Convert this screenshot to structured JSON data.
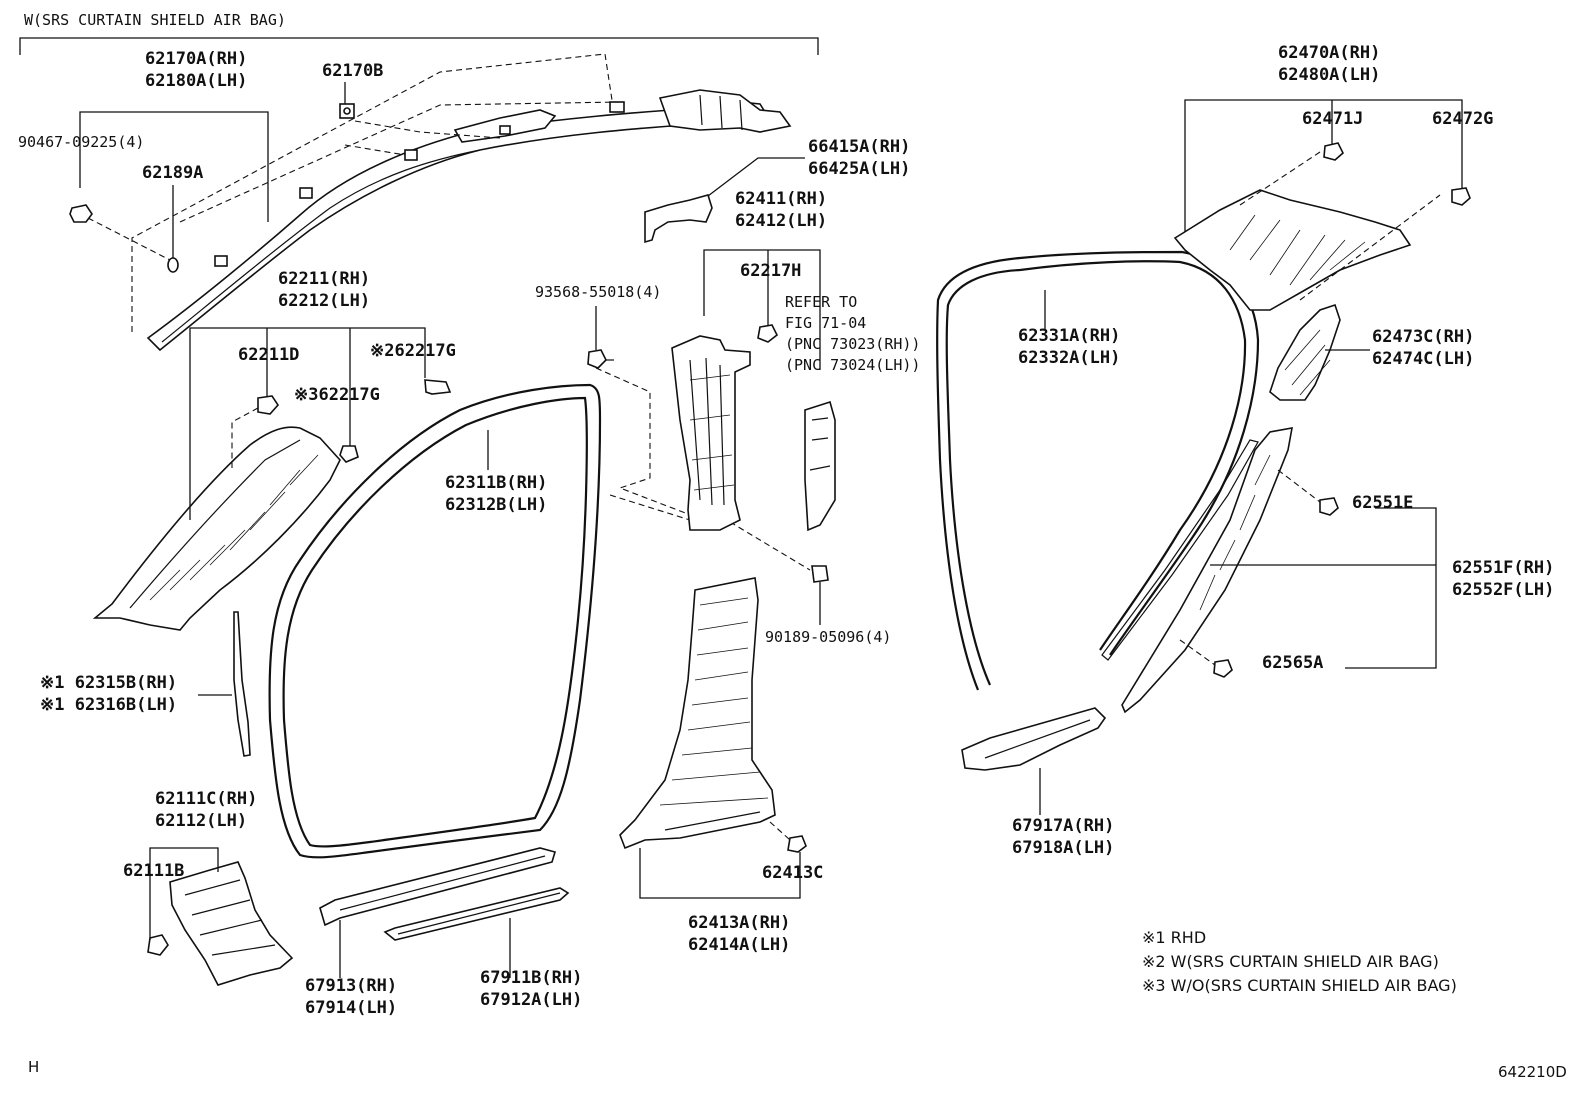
{
  "header": {
    "condition": "W(SRS CURTAIN SHIELD AIR BAG)"
  },
  "labels": {
    "p62170a": "62170A(RH)",
    "p62180a": "62180A(LH)",
    "p62170b": "62170B",
    "p90467": "90467-09225(4)",
    "p62189a": "62189A",
    "p62211": "62211(RH)",
    "p62212": "62212(LH)",
    "p62211d": "62211D",
    "p62217g_2": "※262217G",
    "p62217g_3": "※362217G",
    "p62315b": "※1 62315B(RH)",
    "p62316b": "※1 62316B(LH)",
    "p62111c": "62111C(RH)",
    "p62112": "62112(LH)",
    "p62111b": "62111B",
    "p67913": "67913(RH)",
    "p67914": "67914(LH)",
    "p67911b": "67911B(RH)",
    "p67912a": "67912A(LH)",
    "p62311b": "62311B(RH)",
    "p62312b": "62312B(LH)",
    "p93568": "93568-55018(4)",
    "p66415a": "66415A(RH)",
    "p66425a": "66425A(LH)",
    "p62411": "62411(RH)",
    "p62412": "62412(LH)",
    "p62217h": "62217H",
    "refer_1": "REFER TO",
    "refer_2": "FIG 71-04",
    "refer_3": "(PNC 73023(RH))",
    "refer_4": "(PNC 73024(LH))",
    "p90189": "90189-05096(4)",
    "p62413c": "62413C",
    "p62413a": "62413A(RH)",
    "p62414a": "62414A(LH)",
    "p62331a": "62331A(RH)",
    "p62332a": "62332A(LH)",
    "p67917a": "67917A(RH)",
    "p67918a": "67918A(LH)",
    "p62470a": "62470A(RH)",
    "p62480a": "62480A(LH)",
    "p62471j": "62471J",
    "p62472g": "62472G",
    "p62473c": "62473C(RH)",
    "p62474c": "62474C(LH)",
    "p62551e": "62551E",
    "p62551f": "62551F(RH)",
    "p62552f": "62552F(LH)",
    "p62565a": "62565A"
  },
  "notes": [
    "※1  RHD",
    "※2 W(SRS CURTAIN SHIELD AIR BAG)",
    "※3 W/O(SRS CURTAIN SHIELD AIR BAG)"
  ],
  "corner_left": "H",
  "figure_code": "642210D"
}
